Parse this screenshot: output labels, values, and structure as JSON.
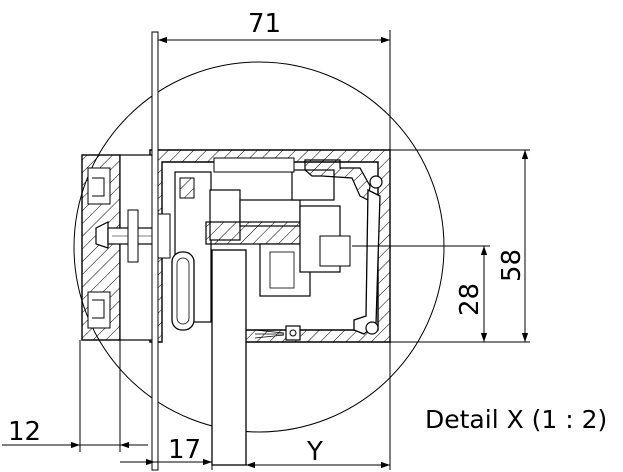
{
  "dimensions": {
    "top_width": "71",
    "right_total_height": "58",
    "right_inner_height": "28",
    "bottom_left_offset": "12",
    "bottom_mid_offset": "17",
    "bottom_variable": "Y"
  },
  "caption": "Detail X (1 : 2)",
  "colors": {
    "line": "#000000",
    "background": "#ffffff"
  }
}
